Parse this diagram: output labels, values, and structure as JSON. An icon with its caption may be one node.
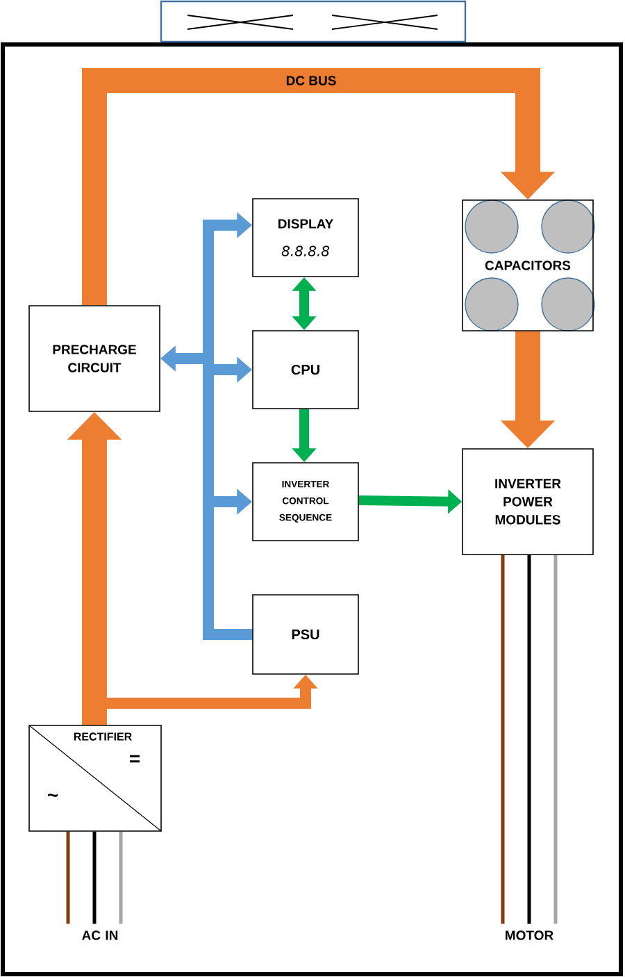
{
  "diagram": {
    "nodes": [
      {
        "text": [
          "DISPLAY",
          "8.8.8.8"
        ]
      },
      {
        "text": [
          "CAPACITORS"
        ]
      },
      {
        "text": [
          "PRECHARGE CIRCUIT"
        ]
      },
      {
        "text": [
          "CPU"
        ]
      },
      {
        "text": [
          "INVERTER CONTROL SEQUENCE"
        ]
      },
      {
        "text": [
          "INVERTER POWER MODULES"
        ]
      },
      {
        "text": [
          "PSU"
        ]
      },
      {
        "text": [
          "RECTIFIER",
          "=",
          "~"
        ]
      },
      {
        "text": [
          "AC IN"
        ]
      },
      {
        "text": [
          "MOTOR"
        ]
      }
    ],
    "edges": [
      {
        "from": 2,
        "to": 1,
        "arrow": "to",
        "label": "DC BUS",
        "style": "thick",
        "color": "#ed7d31"
      },
      {
        "from": 1,
        "to": 5,
        "arrow": "to",
        "style": "thick",
        "color": "#ed7d31"
      },
      {
        "from": 7,
        "to": 2,
        "arrow": "to",
        "style": "thick",
        "color": "#ed7d31"
      },
      {
        "from": 7,
        "to": 6,
        "arrow": "to",
        "color": "#ed7d31"
      },
      {
        "from": 6,
        "to": 0,
        "arrow": "to",
        "color": "#5b9bd5"
      },
      {
        "from": 6,
        "to": 2,
        "arrow": "to",
        "color": "#5b9bd5"
      },
      {
        "from": 6,
        "to": 3,
        "arrow": "to",
        "color": "#5b9bd5"
      },
      {
        "from": 6,
        "to": 4,
        "arrow": "to",
        "color": "#5b9bd5"
      },
      {
        "from": 0,
        "to": 3,
        "arrow": "both",
        "color": "#00b050"
      },
      {
        "from": 3,
        "to": 4,
        "arrow": "to",
        "color": "#00b050"
      },
      {
        "from": 4,
        "to": 5,
        "arrow": "to",
        "color": "#00b050"
      },
      {
        "from": 7,
        "to": 8,
        "arrow": "none",
        "color": "#843c0c"
      },
      {
        "from": 7,
        "to": 8,
        "arrow": "none",
        "color": "#000000"
      },
      {
        "from": 7,
        "to": 8,
        "arrow": "none",
        "color": "#a6a6a6"
      },
      {
        "from": 5,
        "to": 9,
        "arrow": "none",
        "color": "#843c0c"
      },
      {
        "from": 5,
        "to": 9,
        "arrow": "none",
        "color": "#000000"
      },
      {
        "from": 5,
        "to": 9,
        "arrow": "none",
        "color": "#a6a6a6"
      }
    ]
  }
}
